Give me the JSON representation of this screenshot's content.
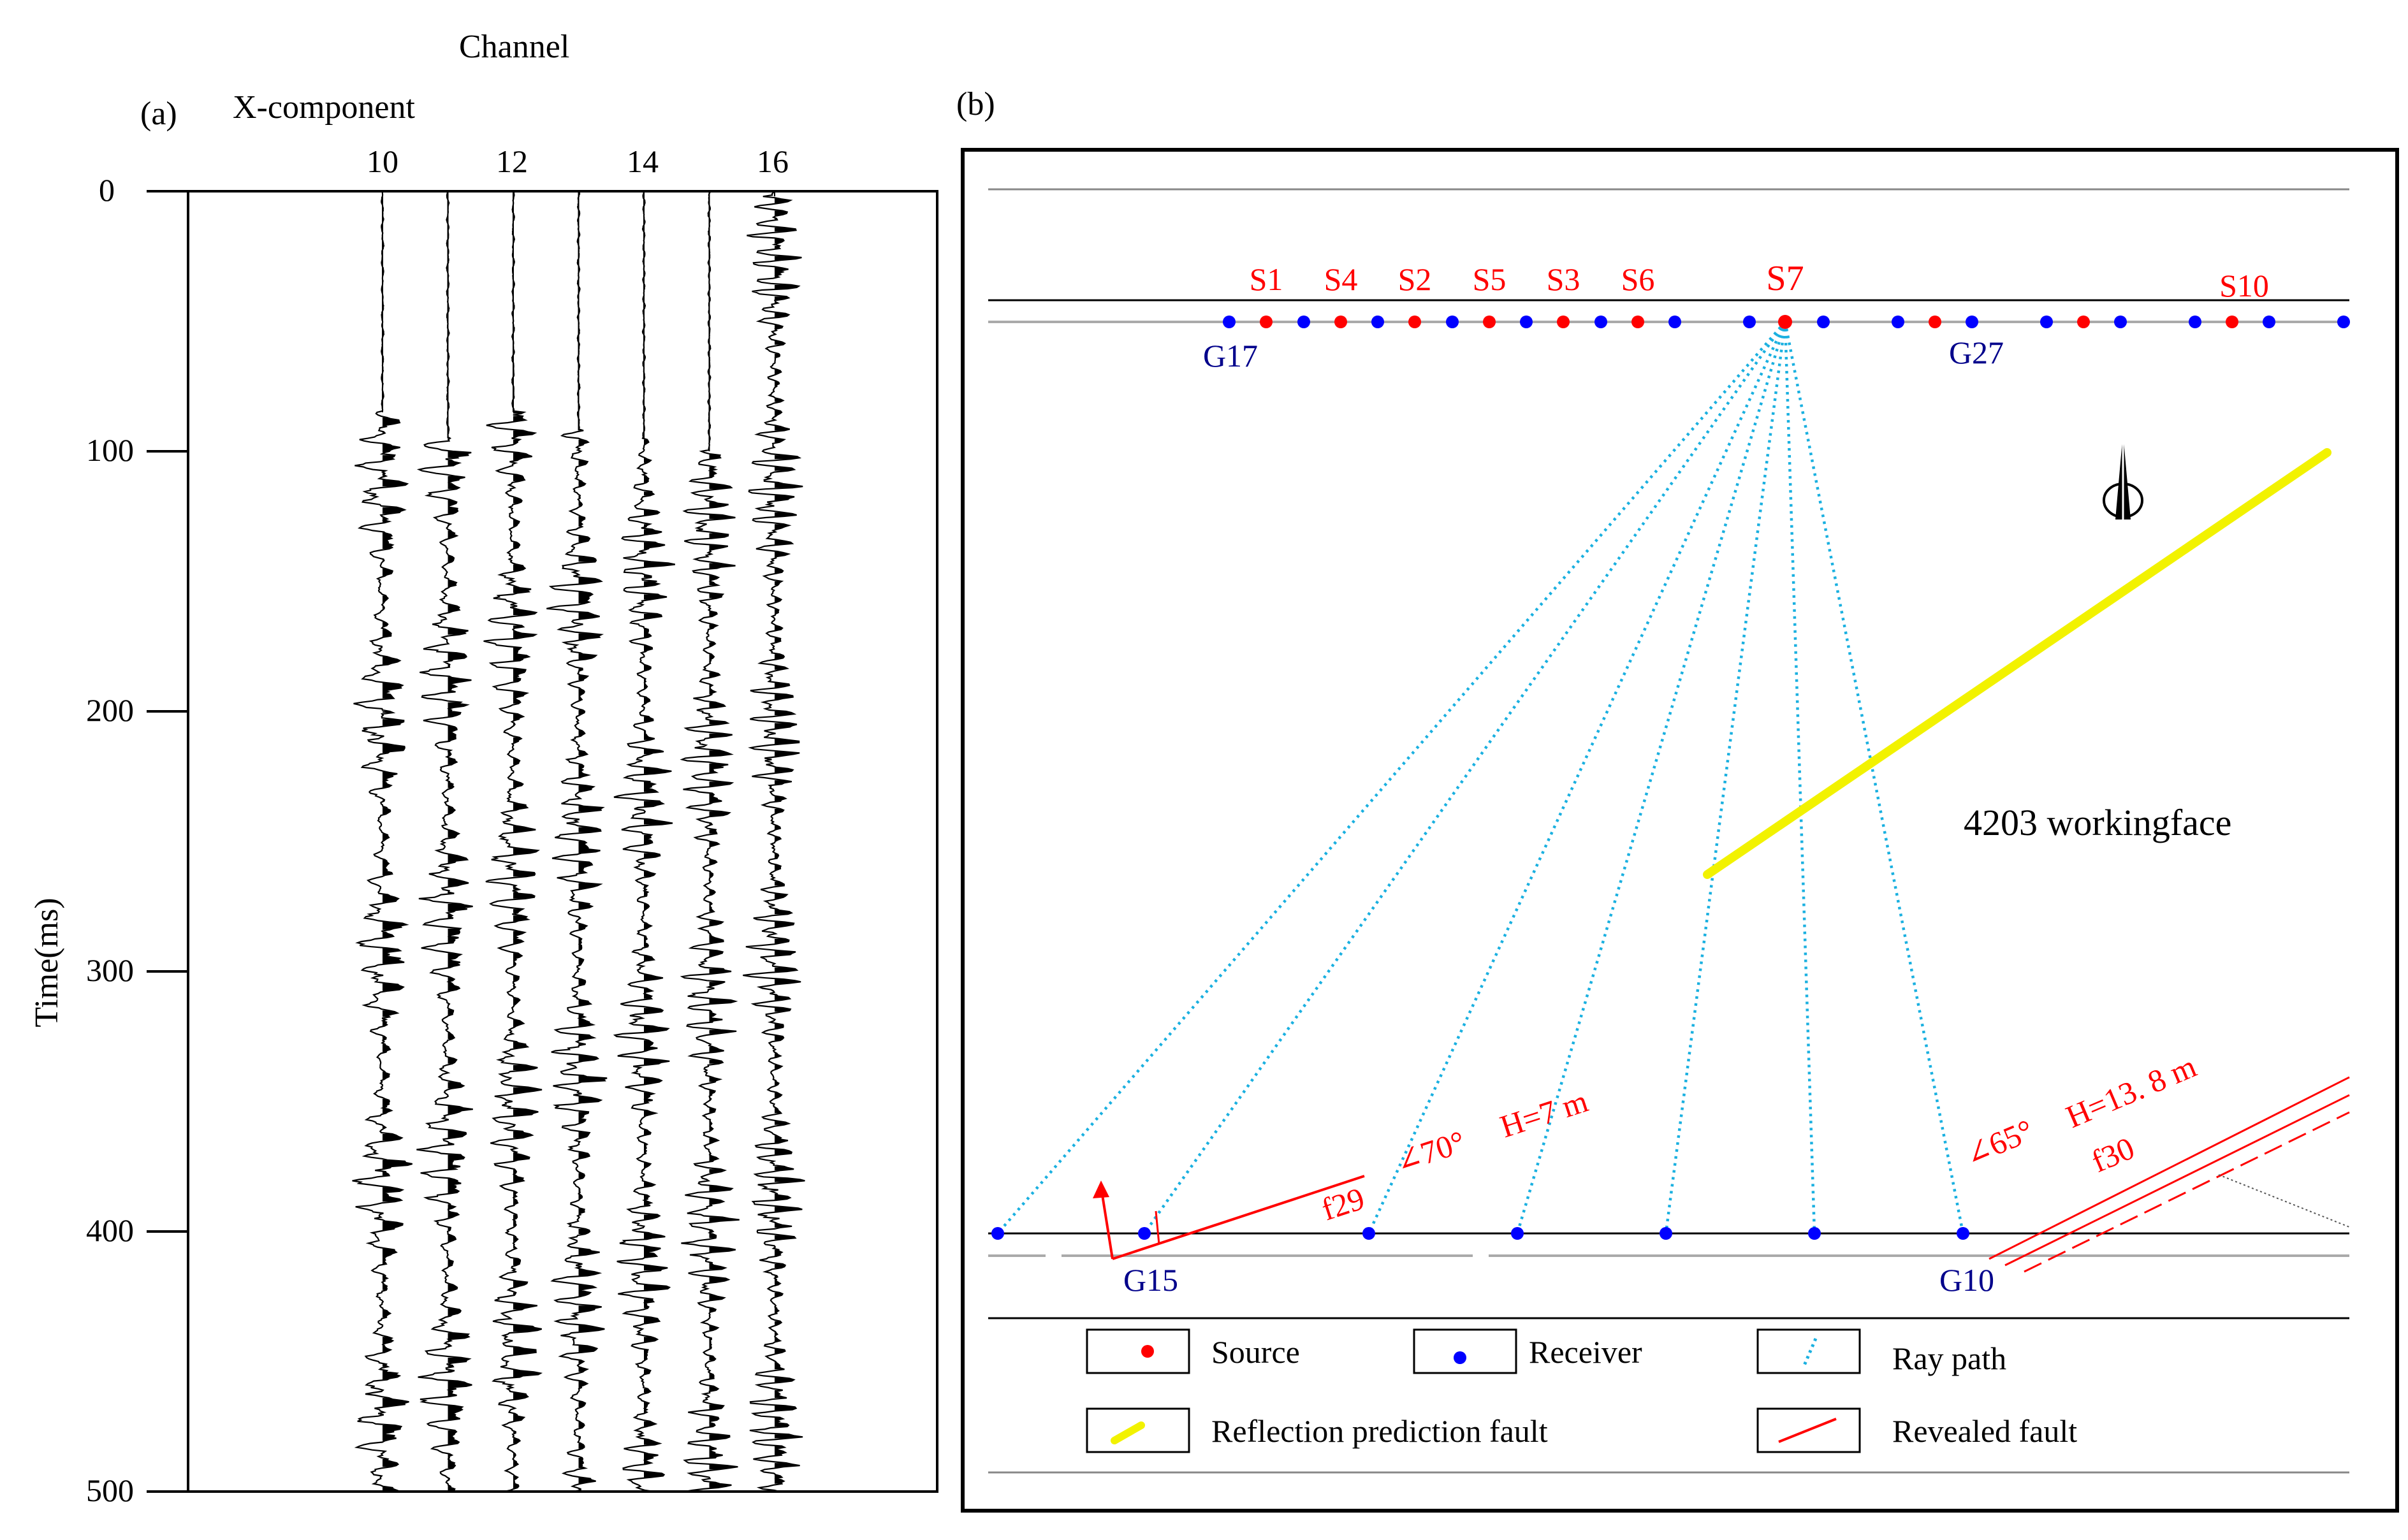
{
  "panel_a": {
    "label": "(a)",
    "top_title": "Channel",
    "component_label": "X-component",
    "y_axis_label": "Time(ms)",
    "y_ticks": [
      "0",
      "100",
      "200",
      "300",
      "400",
      "500"
    ],
    "x_ticks": [
      "10",
      "12",
      "14",
      "16"
    ],
    "channels": [
      10,
      11,
      12,
      13,
      14,
      15,
      16
    ],
    "time_range_ms": [
      0,
      500
    ],
    "first_arrivals_ms": [
      85,
      95,
      85,
      92,
      95,
      100,
      2
    ]
  },
  "panel_b": {
    "label": "(b)",
    "source_labels": [
      "S1",
      "S4",
      "S2",
      "S5",
      "S3",
      "S6",
      "S7",
      "S10"
    ],
    "receiver_labels_top": [
      "G17",
      "G27"
    ],
    "receiver_labels_bottom": [
      "G15",
      "G10"
    ],
    "workingface_label": "4203 workingface",
    "fault_f29": {
      "name": "f29",
      "angle": "∠70°",
      "throw": "H=7 m"
    },
    "fault_f30": {
      "name": "f30",
      "angle": "∠65°",
      "throw": "H=13. 8 m"
    },
    "legend": [
      {
        "label": "Source",
        "symbol": "red-dot"
      },
      {
        "label": "Receiver",
        "symbol": "blue-dot"
      },
      {
        "label": "Ray path",
        "symbol": "cyan-dotted-line"
      },
      {
        "label": "Reflection prediction fault",
        "symbol": "yellow-line"
      },
      {
        "label": "Revealed fault",
        "symbol": "red-line"
      }
    ],
    "colors": {
      "source": "#ff0000",
      "receiver": "#0000ff",
      "ray": "#1ab0e0",
      "predicted_fault": "#f2f200",
      "revealed_fault": "#ff0000"
    }
  }
}
